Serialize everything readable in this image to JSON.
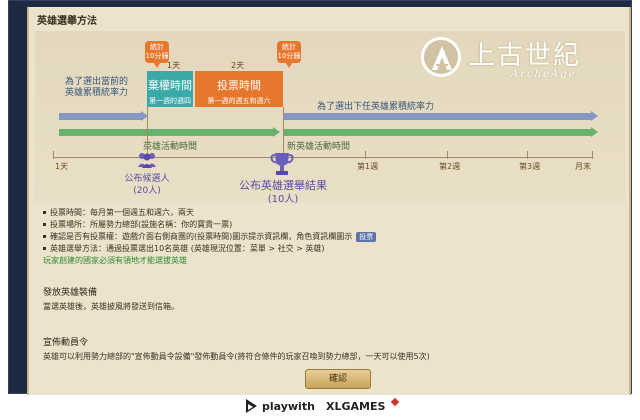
{
  "window": {
    "title": "英雄選舉方法"
  },
  "logo": {
    "title": "上古世紀",
    "subtitle": "ArcheAge"
  },
  "timeline": {
    "badge_left": "統計\n10分鐘",
    "badge_right": "統計\n10分鐘",
    "day1": "1天",
    "day2": "2天",
    "box_a": {
      "title": "棄權時間",
      "sub": "第一週的週四"
    },
    "box_b": {
      "title": "投票時間",
      "sub": "第一週的週五和週六"
    },
    "text_left": "為了選出當前的\n英雄累積統率力",
    "text_right": "為了選出下任英雄累積統率力",
    "green_left": "英雄活動時間",
    "green_right": "新英雄活動時間",
    "axis_labels": [
      "1天",
      "第1週",
      "第2週",
      "第3週",
      "月末"
    ],
    "people_label": "公布候選人",
    "people_count": "(20人)",
    "trophy_label": "公布英雄選舉結果",
    "trophy_count": "(10人)"
  },
  "bullets": [
    "投票時間：每月第一個週五和週六，兩天",
    "投票場所：所屬勢力總部(設施名稱：你的寶貴一票)",
    "確認是否有投票權：遊戲介面右側商團的(投票時間)圖示提示資訊欄，角色資訊欄圖示",
    "英雄選舉方法：通過投票選出10名英雄 (英雄現況位置：菜單 > 社交 > 英雄)"
  ],
  "bullet_icon_label": "投票",
  "green_note": "玩家創建的國家必須有領地才能選拔英雄",
  "section1": {
    "title": "發放英雄裝備",
    "text": "當選英雄後，英雄披風將發送到信箱。"
  },
  "section2": {
    "title": "宣佈動員令",
    "text": "英雄可以利用勢力總部的\"宣佈動員令設備\"發佈動員令(將符合條件的玩家召喚到勢力總部，一天可以使用5次)"
  },
  "confirm_label": "確認",
  "footer": {
    "playwith": "playwith",
    "xlgames": "XLGAMES"
  },
  "colors": {
    "teal": "#3aa9a8",
    "orange": "#e8772e",
    "blue_bar": "#8597c3",
    "green_bar": "#66b36c",
    "panel": "#ece3cc",
    "frame": "#1d2a44"
  }
}
